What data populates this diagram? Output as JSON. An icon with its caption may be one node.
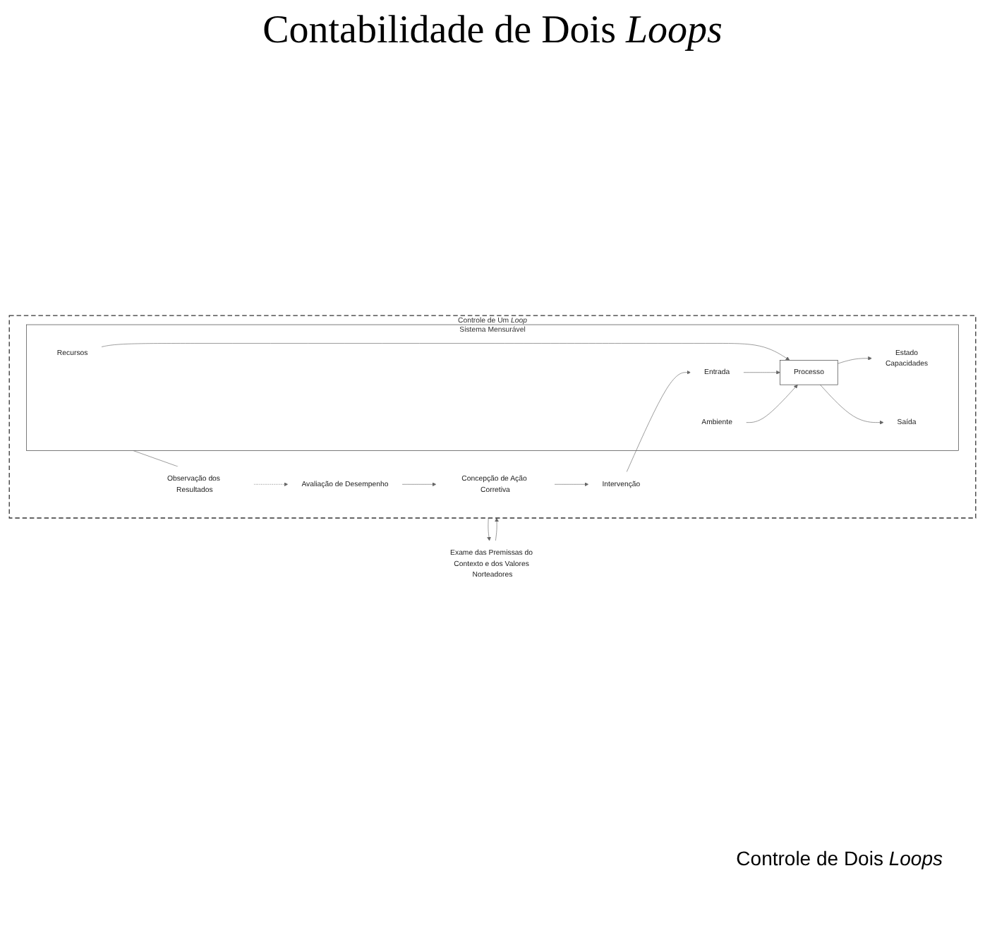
{
  "diagram": {
    "title": "Contabilidade de Dois *Loops*",
    "nodes": [
      {
        "text": [
          "Controle de Um *Loop*"
        ]
      },
      {
        "text": [
          "Sistema Mensurável"
        ],
        "in": 0
      },
      {
        "text": [
          "Recursos"
        ],
        "in": 1
      },
      {
        "text": [
          "Estado",
          "Capacidades"
        ],
        "in": 1
      },
      {
        "text": [
          "Entrada"
        ],
        "in": 1
      },
      {
        "text": [
          "Processo"
        ],
        "in": 1
      },
      {
        "text": [
          "Saída"
        ],
        "in": 1
      },
      {
        "text": [
          "Ambiente"
        ],
        "in": 1
      },
      {
        "text": [
          "Intervenção"
        ],
        "in": 0
      },
      {
        "text": [
          "Concepção de Ação Corretiva"
        ],
        "in": 0
      },
      {
        "text": [
          "Observação dos Resultados"
        ],
        "in": 0
      },
      {
        "text": [
          "Avaliação de Desempenho"
        ],
        "in": 0
      },
      {
        "text": [
          "Exame das Premissas do Contexto e dos Valores Norteadores"
        ]
      }
    ],
    "edges": [
      {
        "from": 2,
        "to": 5,
        "arrow": "to"
      },
      {
        "from": 5,
        "to": 3,
        "arrow": "to"
      },
      {
        "from": 4,
        "to": 5,
        "arrow": "to"
      },
      {
        "from": 5,
        "to": 6,
        "arrow": "to"
      },
      {
        "from": 7,
        "to": 5,
        "arrow": "to"
      },
      {
        "from": 8,
        "to": 4,
        "arrow": "to"
      },
      {
        "from": 9,
        "to": 8,
        "arrow": "to"
      },
      {
        "from": 11,
        "to": 9,
        "arrow": "to"
      },
      {
        "from": 1,
        "to": 10,
        "arrow": "none"
      },
      {
        "from": 10,
        "to": 11,
        "arrow": "to",
        "style": "dashed"
      },
      {
        "from": 0,
        "to": 12,
        "arrow": "to"
      },
      {
        "from": 12,
        "to": 0,
        "arrow": "to"
      }
    ],
    "labels": [
      "Controle de Dois *Loops*"
    ]
  }
}
